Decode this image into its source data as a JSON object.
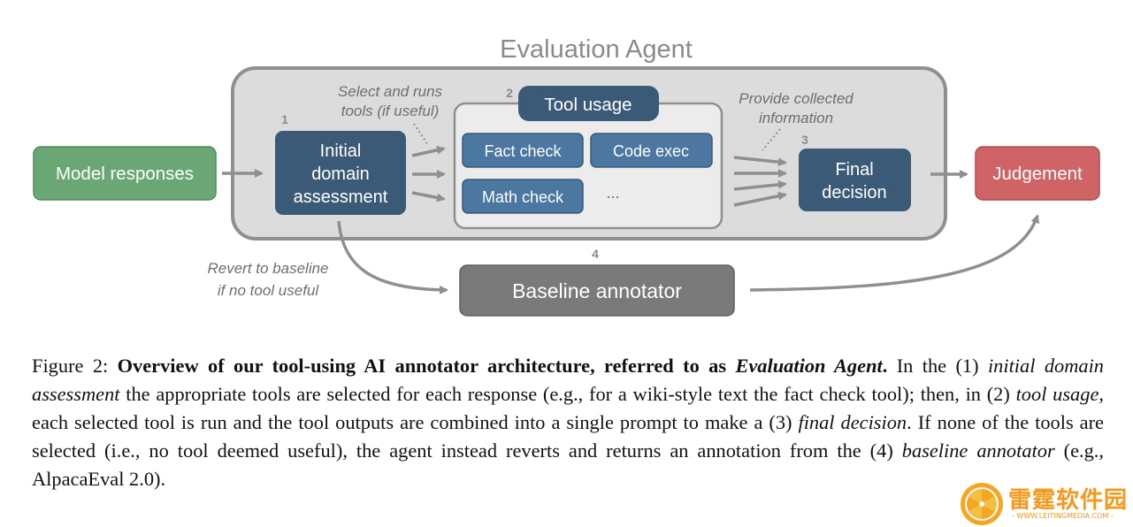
{
  "diagram": {
    "title": "Evaluation Agent",
    "inputs": {
      "model_responses": "Model responses"
    },
    "outputs": {
      "judgement": "Judgement"
    },
    "steps": {
      "initial": {
        "number": "1",
        "lines": [
          "Initial",
          "domain",
          "assessment"
        ]
      },
      "tool_usage": {
        "number": "2",
        "label": "Tool usage",
        "tools": [
          "Fact check",
          "Code exec",
          "Math check"
        ],
        "more": "..."
      },
      "final": {
        "number": "3",
        "lines": [
          "Final",
          "decision"
        ]
      },
      "baseline": {
        "number": "4",
        "label": "Baseline annotator"
      }
    },
    "annotations": {
      "select_tools": [
        "Select and runs",
        "tools (if useful)"
      ],
      "provide_info": [
        "Provide collected",
        "information"
      ],
      "revert": [
        "Revert to baseline",
        "if no tool useful"
      ]
    },
    "colors": {
      "green": "#6aa774",
      "dark_blue": "#3b5a77",
      "mid_blue": "#4c77a0",
      "red": "#d06366",
      "gray_box": "#7a7a7a",
      "panel": "#dcdcdc",
      "arrow": "#8f8f8f"
    }
  },
  "caption": {
    "label": "Figure 2:",
    "bold_pre": "Overview of our tool-using AI annotator architecture, referred to as ",
    "bold_italic": "Evaluation Agent",
    "bold_post": ".",
    "t1": " In the (1) ",
    "i1": "initial domain assessment",
    "t2": " the appropriate tools are selected for each response (e.g., for a wiki-style text the fact check tool); then, in (2) ",
    "i2": "tool usage",
    "t3": ", each selected tool is run and the tool outputs are combined into a single prompt to make a (3) ",
    "i3": "final decision",
    "t4": ". If none of the tools are selected (i.e., no tool deemed useful), the agent instead reverts and returns an annotation from the (4) ",
    "i4": "baseline annotator",
    "t5": " (e.g., AlpacaEval 2.0)."
  },
  "watermark": {
    "title": "雷霆软件园",
    "url": "- WWW.LEITINGMEDIA.COM -"
  }
}
